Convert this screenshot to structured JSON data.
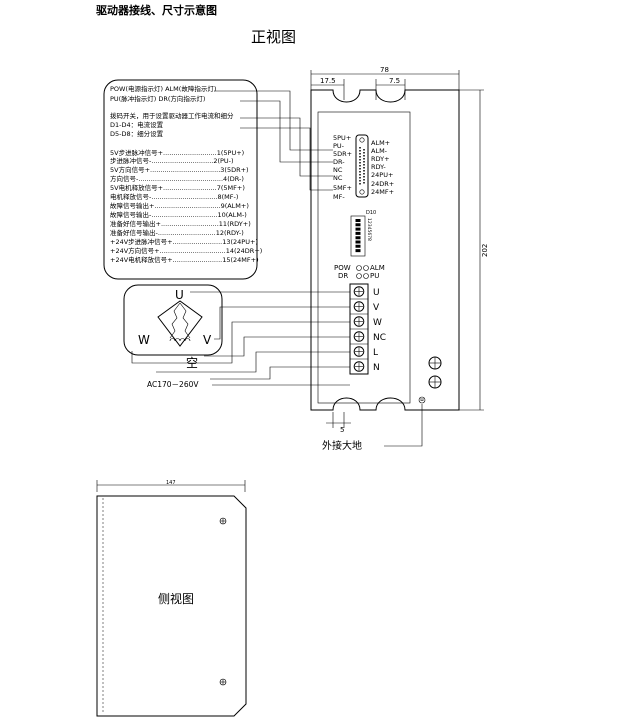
{
  "header": {
    "title": "驱动器接线、尺寸示意图",
    "front_view": "正视图",
    "side_view": "侧视图"
  },
  "legend": {
    "leds_row1": "POW(电源指示灯)   ALM(故障指示灯)",
    "leds_row2": "PU(脉冲指示灯)      DR(方向指示灯)",
    "dip_desc": "拨码开关，用于设置驱动器工作电流和细分",
    "dip_d1": "D1-D4：电流设置",
    "dip_d5": "D5-D8：细分设置",
    "pins": [
      "5V步进脉冲信号+..........................1(5PU+)",
      "步进脉冲信号-..............................2(PU-)",
      "5V方向信号+..................................3(5DR+)",
      "方向信号-.........................................4(DR-)",
      "5V电机释放信号+..........................7(5MF+)",
      "电机释放信号-................................8(MF-)",
      "故障信号输出+................................9(ALM+)",
      "故障信号输出-................................10(ALM-)",
      "准备好信号输出+............................11(RDY+)",
      "准备好信号输出-............................12(RDY-)",
      "+24V步进脉冲信号+........................13(24PU+)",
      "+24V方向信号+................................14(24DR+)",
      "+24V电机释放信号+........................15(24MF+)"
    ]
  },
  "connector": {
    "left": [
      "5PU+",
      "PU-",
      "5DR+",
      "DR-",
      "NC",
      "NC",
      "5MF+",
      "MF-"
    ],
    "right": [
      "ALM+",
      "ALM-",
      "RDY+",
      "RDY-",
      "24PU+",
      "24DR+",
      "24MF+"
    ]
  },
  "dip": {
    "top_label": "D10",
    "side_label": "12345678"
  },
  "leds": {
    "row1_left": "POW",
    "row1_right": "ALM",
    "row2_left": "DR",
    "row2_right": "PU"
  },
  "terminals": [
    "U",
    "V",
    "W",
    "NC",
    "L",
    "N"
  ],
  "motor": {
    "u": "U",
    "v": "V",
    "w": "W"
  },
  "labels": {
    "empty": "空",
    "ac_input": "AC170－260V",
    "ground": "外接大地"
  },
  "dimensions": {
    "width": "78",
    "left_offset": "17.5",
    "right_offset": "7.5",
    "height": "202",
    "bottom_slot": "5",
    "depth": "147"
  }
}
